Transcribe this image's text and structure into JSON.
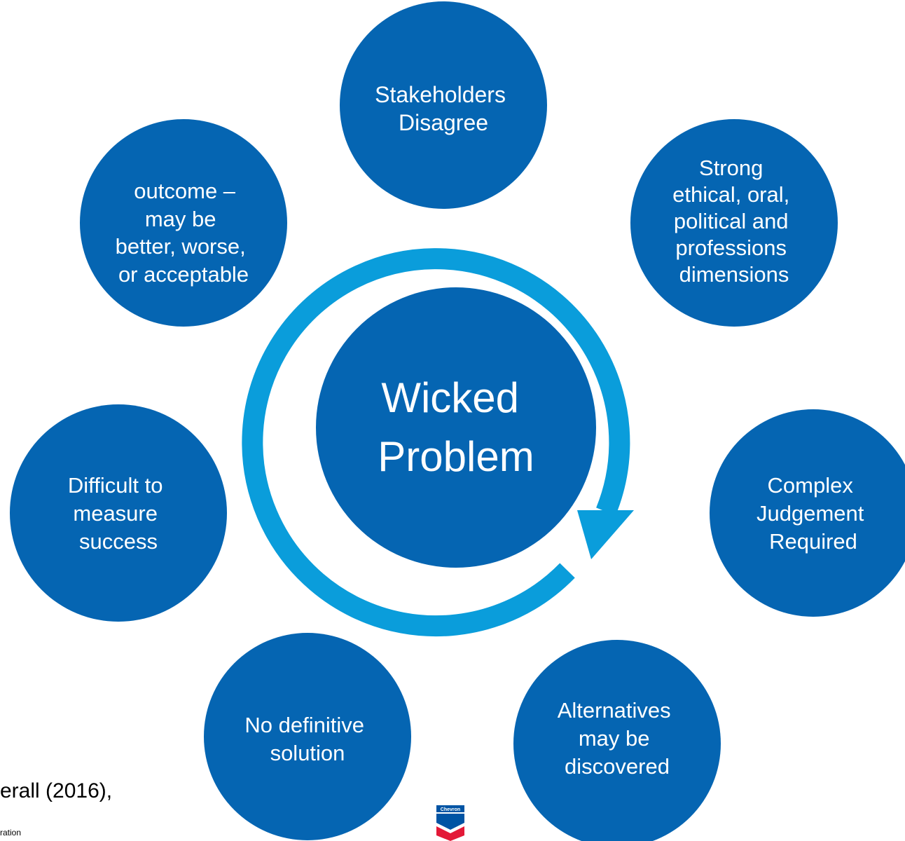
{
  "diagram": {
    "center_label_lines": [
      "Wicked",
      "Problem"
    ],
    "nodes": [
      {
        "id": "stakeholders",
        "lines": [
          "Stakeholders",
          "Disagree"
        ]
      },
      {
        "id": "ethical",
        "lines": [
          "Strong",
          "ethical, oral,",
          "political and",
          "professions",
          "dimensions"
        ]
      },
      {
        "id": "judgement",
        "lines": [
          "Complex",
          "Judgement",
          "Required"
        ]
      },
      {
        "id": "alternatives",
        "lines": [
          "Alternatives",
          "may be",
          "discovered"
        ]
      },
      {
        "id": "no-solution",
        "lines": [
          "No definitive",
          "solution"
        ]
      },
      {
        "id": "measure",
        "lines": [
          "Difficult to",
          "measure",
          "success"
        ]
      },
      {
        "id": "outcome",
        "lines": [
          "outcome –",
          "may be",
          "better, worse,",
          "or acceptable"
        ]
      }
    ]
  },
  "citation": "erall (2016),",
  "footnote": "ration",
  "logo": {
    "wordmark": "Chevron"
  },
  "colors": {
    "node": "#0565b2",
    "ring": "#0a9ddb",
    "text": "#ffffff",
    "logo_red": "#e31937",
    "logo_blue": "#0054a4"
  }
}
